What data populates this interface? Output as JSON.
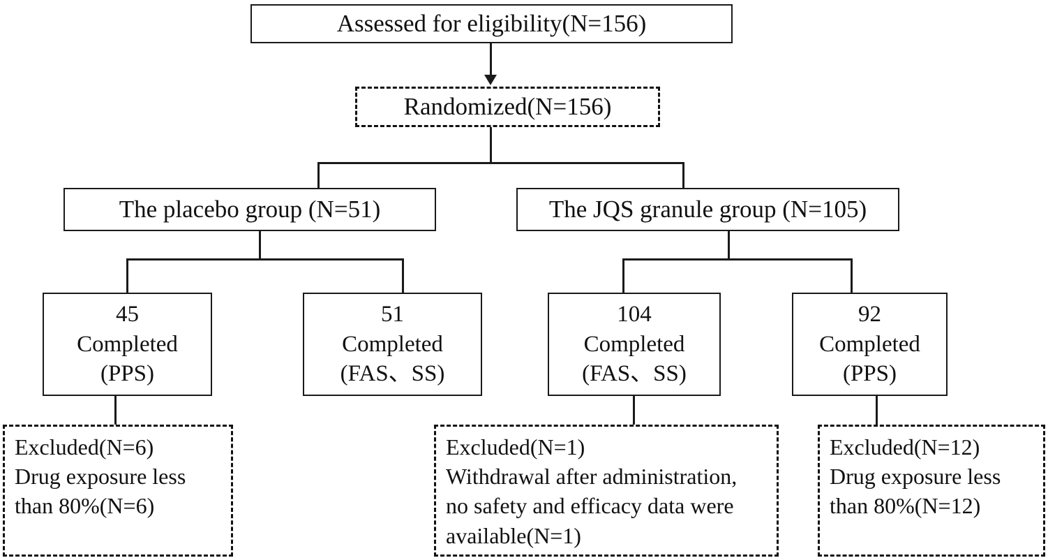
{
  "diagram": {
    "type": "flowchart",
    "title_node": {
      "label": "Assessed for eligibility(N=156)",
      "style": "solid"
    },
    "randomized_node": {
      "label": "Randomized(N=156)",
      "style": "dashed"
    },
    "group_nodes": [
      {
        "label": "The placebo group (N=51)",
        "style": "solid"
      },
      {
        "label": "The JQS granule group (N=105)",
        "style": "solid"
      }
    ],
    "completed_nodes": [
      {
        "count": "45",
        "status": "Completed",
        "population": "(PPS)",
        "style": "solid"
      },
      {
        "count": "51",
        "status": "Completed",
        "population": "(FAS、SS)",
        "style": "solid"
      },
      {
        "count": "104",
        "status": "Completed",
        "population": "(FAS、SS)",
        "style": "solid"
      },
      {
        "count": "92",
        "status": "Completed",
        "population": "(PPS)",
        "style": "solid"
      }
    ],
    "excluded_nodes": [
      {
        "style": "dashed",
        "lines": [
          "Excluded(N=6)",
          "Drug exposure less",
          "than 80%(N=6)"
        ]
      },
      {
        "style": "dashed",
        "lines": [
          "Excluded(N=1)",
          "Withdrawal after administration,",
          "no safety and efficacy data were",
          "available(N=1)"
        ]
      },
      {
        "style": "dashed",
        "lines": [
          "Excluded(N=12)",
          "Drug exposure less",
          "than 80%(N=12)"
        ]
      }
    ],
    "colors": {
      "stroke": "#1a1a1a",
      "background": "#ffffff",
      "text": "#111111"
    }
  }
}
